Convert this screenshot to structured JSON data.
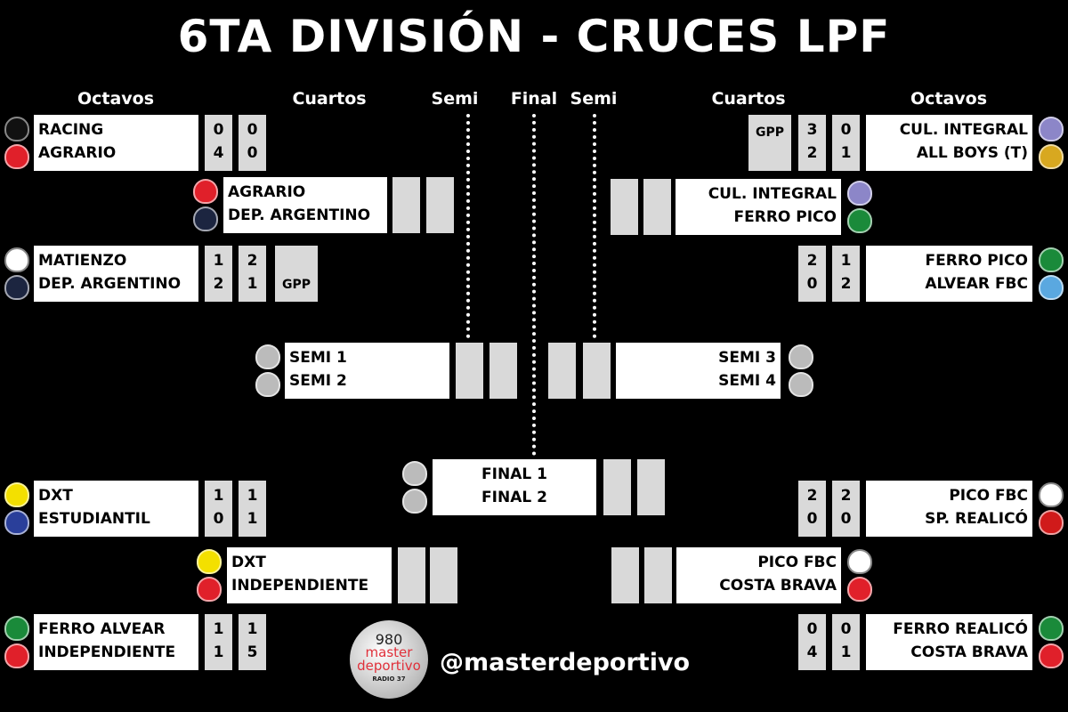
{
  "title": "6TA DIVISIÓN - CRUCES LPF",
  "headers": [
    "Octavos",
    "Cuartos",
    "Semi",
    "Final",
    "Semi",
    "Cuartos",
    "Octavos"
  ],
  "left": {
    "octavos": [
      {
        "teams": [
          "RACING",
          "AGRARIO"
        ],
        "scores": [
          [
            "0",
            "4"
          ],
          [
            "0",
            "0"
          ]
        ],
        "note": ""
      },
      {
        "teams": [
          "MATIENZO",
          "DEP. ARGENTINO"
        ],
        "scores": [
          [
            "1",
            "2"
          ],
          [
            "2",
            "1"
          ]
        ],
        "note": "GPP"
      },
      {
        "teams": [
          "DXT",
          "ESTUDIANTIL"
        ],
        "scores": [
          [
            "1",
            "0"
          ],
          [
            "1",
            "1"
          ]
        ],
        "note": ""
      },
      {
        "teams": [
          "FERRO ALVEAR",
          "INDEPENDIENTE"
        ],
        "scores": [
          [
            "1",
            "1"
          ],
          [
            "1",
            "5"
          ]
        ],
        "note": ""
      }
    ],
    "cuartos": [
      {
        "teams": [
          "AGRARIO",
          "DEP. ARGENTINO"
        ],
        "scores": [
          [
            "",
            ""
          ],
          [
            "",
            ""
          ]
        ]
      },
      {
        "teams": [
          "DXT",
          "INDEPENDIENTE"
        ],
        "scores": [
          [
            "",
            ""
          ],
          [
            "",
            ""
          ]
        ]
      }
    ],
    "semi": {
      "teams": [
        "SEMI 1",
        "SEMI 2"
      ],
      "scores": [
        [
          "",
          ""
        ],
        [
          "",
          ""
        ]
      ]
    }
  },
  "right": {
    "octavos": [
      {
        "teams": [
          "CUL. INTEGRAL",
          "ALL BOYS (T)"
        ],
        "scores": [
          [
            "3",
            "2"
          ],
          [
            "0",
            "1"
          ]
        ],
        "note": "GPP"
      },
      {
        "teams": [
          "FERRO PICO",
          "ALVEAR FBC"
        ],
        "scores": [
          [
            "2",
            "0"
          ],
          [
            "1",
            "2"
          ]
        ],
        "note": ""
      },
      {
        "teams": [
          "PICO FBC",
          "SP. REALICÓ"
        ],
        "scores": [
          [
            "2",
            "0"
          ],
          [
            "2",
            "0"
          ]
        ],
        "note": ""
      },
      {
        "teams": [
          "FERRO REALICÓ",
          "COSTA BRAVA"
        ],
        "scores": [
          [
            "0",
            "4"
          ],
          [
            "0",
            "1"
          ]
        ],
        "note": ""
      }
    ],
    "cuartos": [
      {
        "teams": [
          "CUL. INTEGRAL",
          "FERRO PICO"
        ],
        "scores": [
          [
            "",
            ""
          ],
          [
            "",
            ""
          ]
        ]
      },
      {
        "teams": [
          "PICO FBC",
          "COSTA BRAVA"
        ],
        "scores": [
          [
            "",
            ""
          ],
          [
            "",
            ""
          ]
        ]
      }
    ],
    "semi": {
      "teams": [
        "SEMI 3",
        "SEMI 4"
      ],
      "scores": [
        [
          "",
          ""
        ],
        [
          "",
          ""
        ]
      ]
    }
  },
  "final": {
    "teams": [
      "FINAL 1",
      "FINAL 2"
    ],
    "scores": [
      [
        "",
        ""
      ],
      [
        "",
        ""
      ]
    ]
  },
  "footer": {
    "handle": "@masterdeportivo",
    "logo_number": "980",
    "logo_line1": "master",
    "logo_line2": "deportivo",
    "logo_line3": "RADIO 37"
  },
  "crest_colors": {
    "RACING": "#111111",
    "AGRARIO": "#e0202a",
    "DEP. ARGENTINO": "#1c2540",
    "MATIENZO": "#ffffff",
    "DXT": "#f3e000",
    "ESTUDIANTIL": "#2a3f9a",
    "INDEPENDIENTE": "#e0202a",
    "FERRO ALVEAR": "#1a8a3a",
    "CUL. INTEGRAL": "#8c86c8",
    "ALL BOYS (T)": "#d8a820",
    "FERRO PICO": "#1a8a3a",
    "ALVEAR FBC": "#5aa8e0",
    "PICO FBC": "#ffffff",
    "SP. REALICÓ": "#d01a1a",
    "FERRO REALICÓ": "#1a8a3a",
    "COSTA BRAVA": "#e0202a",
    "SEMI": "#bbbbbb"
  }
}
